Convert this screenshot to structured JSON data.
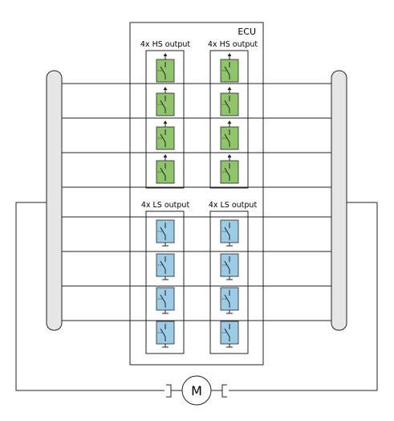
{
  "ecu": {
    "title": "ECU",
    "hs_left_label": "4x HS output",
    "hs_right_label": "4x HS output",
    "ls_left_label": "4x LS output",
    "ls_right_label": "4x LS output"
  },
  "motor": {
    "label": "M"
  },
  "colors": {
    "hs_switch": "#8fc46b",
    "ls_switch": "#9ccbe6",
    "bus_bar": "#e6e6e6",
    "line": "#222222"
  }
}
